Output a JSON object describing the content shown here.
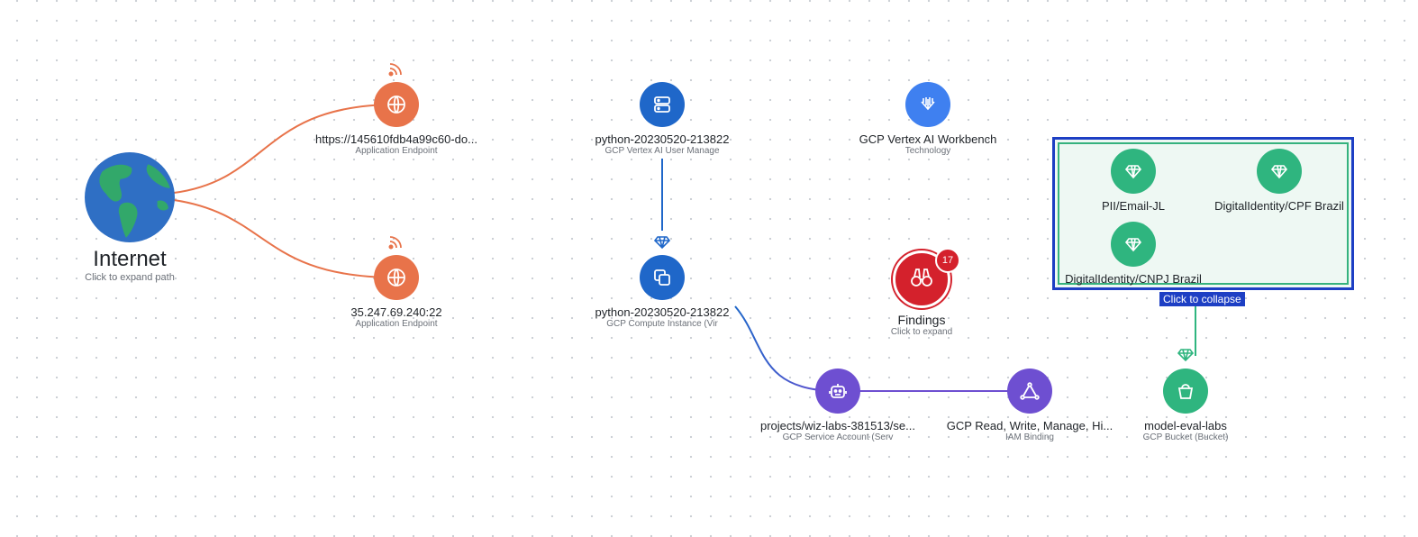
{
  "colors": {
    "endpoint": "#e8734a",
    "compute": "#1f67c9",
    "technology": "#3f80f0",
    "identity": "#6e4fd1",
    "data": "#2fb57f",
    "findings": "#d4212c",
    "selection": "#1d3fc4"
  },
  "internet": {
    "label": "Internet",
    "sublabel": "Click to expand path",
    "icon": "globe-icon"
  },
  "nodes": {
    "endpoint_1": {
      "label": "https://145610fdb4a99c60-do...",
      "type": "Application Endpoint",
      "icon": "globe-icon",
      "extra_icon": "exposure-wifi-icon"
    },
    "endpoint_2": {
      "label": "35.247.69.240:22",
      "type": "Application Endpoint",
      "icon": "globe-icon",
      "extra_icon": "exposure-wifi-icon"
    },
    "vertex_managed": {
      "label": "python-20230520-213822",
      "type": "GCP Vertex AI User Manage",
      "icon": "server-icon"
    },
    "vertex_workbench": {
      "label": "GCP Vertex AI Workbench",
      "type": "Technology",
      "icon": "vertex-ai-icon"
    },
    "compute_instance": {
      "label": "python-20230520-213822",
      "type": "GCP Compute Instance (Vir",
      "icon": "copy-instance-icon"
    },
    "findings": {
      "label": "Findings",
      "sublabel": "Click to expand",
      "count": "17",
      "icon": "binoculars-icon"
    },
    "service_account": {
      "label": "projects/wiz-labs-381513/se...",
      "type": "GCP Service Account (Serv",
      "icon": "robot-icon"
    },
    "iam_binding": {
      "label": "GCP Read, Write, Manage, Hi...",
      "type": "IAM Binding",
      "icon": "iam-triangle-icon"
    },
    "bucket": {
      "label": "model-eval-labs",
      "type": "GCP Bucket (Bucket)",
      "icon": "bucket-icon"
    }
  },
  "group": {
    "collapse_label": "Click to collapse",
    "items": [
      {
        "label": "PII/Email-JL",
        "icon": "diamond-icon"
      },
      {
        "label": "DigitalIdentity/CPF Brazil",
        "icon": "diamond-icon"
      },
      {
        "label": "DigitalIdentity/CNPJ Brazil",
        "icon": "diamond-icon"
      }
    ]
  }
}
